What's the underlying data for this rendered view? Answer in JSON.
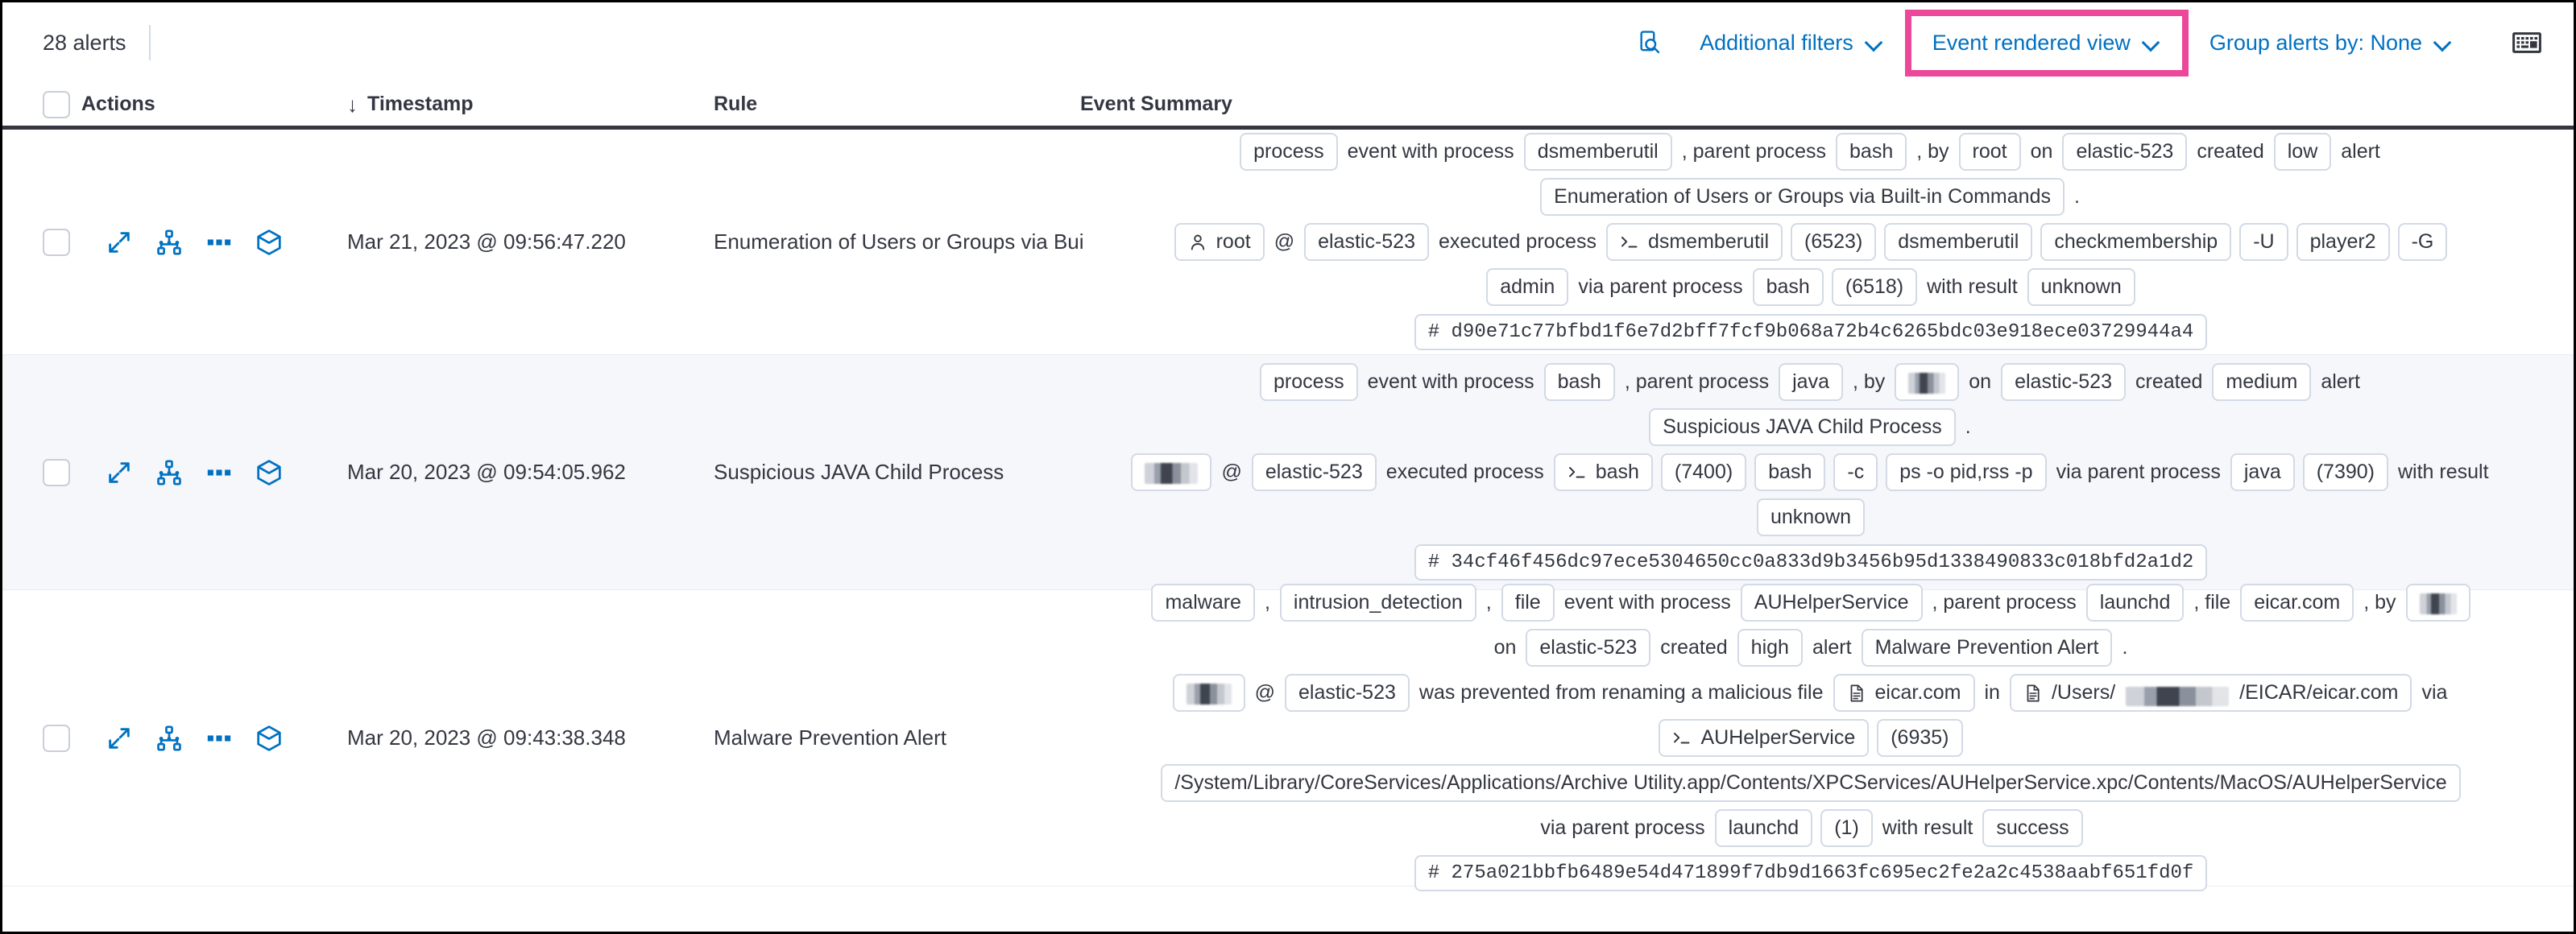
{
  "toolbar": {
    "alert_count": "28 alerts",
    "inspect_icon": "inspect-search-icon",
    "additional_filters": "Additional filters",
    "event_rendered_view": "Event rendered view",
    "group_alerts_by": "Group alerts by: None",
    "keyboard_icon": "keyboard-icon",
    "highlight_color": "#ec4899",
    "link_color": "#0071c2"
  },
  "table": {
    "columns": {
      "select_all": "select-all-checkbox",
      "actions": "Actions",
      "timestamp": "Timestamp",
      "sort_arrow": "↓",
      "rule": "Rule",
      "event_summary": "Event Summary"
    },
    "row_actions": [
      "expand-icon",
      "analyzer-icon",
      "more-actions-icon",
      "session-view-icon"
    ],
    "rows": [
      {
        "timestamp": "Mar 21, 2023 @ 09:56:47.220",
        "rule": "Enumeration of Users or Groups via Bui",
        "summary": [
          [
            {
              "t": "pill",
              "v": "process"
            },
            {
              "t": "text",
              "v": "event with process"
            },
            {
              "t": "pill",
              "v": "dsmemberutil"
            },
            {
              "t": "text",
              "v": ", parent process"
            },
            {
              "t": "pill",
              "v": "bash"
            },
            {
              "t": "text",
              "v": ", by"
            },
            {
              "t": "pill",
              "v": "root"
            },
            {
              "t": "text",
              "v": "on"
            },
            {
              "t": "pill",
              "v": "elastic-523"
            },
            {
              "t": "text",
              "v": "created"
            },
            {
              "t": "pill",
              "v": "low"
            },
            {
              "t": "text",
              "v": "alert"
            }
          ],
          [
            {
              "t": "pill",
              "v": "Enumeration of Users or Groups via Built-in Commands"
            },
            {
              "t": "text",
              "v": "."
            }
          ],
          [
            {
              "t": "pill-user",
              "v": "root"
            },
            {
              "t": "text",
              "v": "@"
            },
            {
              "t": "pill",
              "v": "elastic-523"
            },
            {
              "t": "text",
              "v": "executed process"
            },
            {
              "t": "pill-proc",
              "v": "dsmemberutil"
            },
            {
              "t": "pill",
              "v": "(6523)"
            },
            {
              "t": "pill",
              "v": "dsmemberutil"
            },
            {
              "t": "pill",
              "v": "checkmembership"
            },
            {
              "t": "pill",
              "v": "-U"
            },
            {
              "t": "pill",
              "v": "player2"
            },
            {
              "t": "pill",
              "v": "-G"
            }
          ],
          [
            {
              "t": "pill",
              "v": "admin"
            },
            {
              "t": "text",
              "v": "via parent process"
            },
            {
              "t": "pill",
              "v": "bash"
            },
            {
              "t": "pill",
              "v": "(6518)"
            },
            {
              "t": "text",
              "v": "with result"
            },
            {
              "t": "pill",
              "v": "unknown"
            }
          ],
          [
            {
              "t": "pill-hash",
              "v": "d90e71c77bfbd1f6e7d2bff7fcf9b068a72b4c6265bdc03e918ece03729944a4"
            }
          ]
        ]
      },
      {
        "timestamp": "Mar 20, 2023 @ 09:54:05.962",
        "rule": "Suspicious JAVA Child Process",
        "summary": [
          [
            {
              "t": "pill",
              "v": "process"
            },
            {
              "t": "text",
              "v": "event with process"
            },
            {
              "t": "pill",
              "v": "bash"
            },
            {
              "t": "text",
              "v": ", parent process"
            },
            {
              "t": "pill",
              "v": "java"
            },
            {
              "t": "text",
              "v": ", by"
            },
            {
              "t": "pill-redact",
              "v": "w3"
            },
            {
              "t": "text",
              "v": "on"
            },
            {
              "t": "pill",
              "v": "elastic-523"
            },
            {
              "t": "text",
              "v": "created"
            },
            {
              "t": "pill",
              "v": "medium"
            },
            {
              "t": "text",
              "v": "alert"
            }
          ],
          [
            {
              "t": "pill",
              "v": "Suspicious JAVA Child Process"
            },
            {
              "t": "text",
              "v": "."
            }
          ],
          [
            {
              "t": "pill-redact",
              "v": "w2"
            },
            {
              "t": "text",
              "v": "@"
            },
            {
              "t": "pill",
              "v": "elastic-523"
            },
            {
              "t": "text",
              "v": "executed process"
            },
            {
              "t": "pill-proc",
              "v": "bash"
            },
            {
              "t": "pill",
              "v": "(7400)"
            },
            {
              "t": "pill",
              "v": "bash"
            },
            {
              "t": "pill",
              "v": "-c"
            },
            {
              "t": "pill",
              "v": "ps -o pid,rss -p"
            },
            {
              "t": "text",
              "v": "via parent process"
            },
            {
              "t": "pill",
              "v": "java"
            },
            {
              "t": "pill",
              "v": "(7390)"
            },
            {
              "t": "text",
              "v": "with result"
            }
          ],
          [
            {
              "t": "pill",
              "v": "unknown"
            }
          ],
          [
            {
              "t": "pill-hash",
              "v": "34cf46f456dc97ece5304650cc0a833d9b3456b95d1338490833c018bfd2a1d2"
            }
          ]
        ]
      },
      {
        "timestamp": "Mar 20, 2023 @ 09:43:38.348",
        "rule": "Malware Prevention Alert",
        "summary": [
          [
            {
              "t": "pill",
              "v": "malware"
            },
            {
              "t": "text",
              "v": ","
            },
            {
              "t": "pill",
              "v": "intrusion_detection"
            },
            {
              "t": "text",
              "v": ","
            },
            {
              "t": "pill",
              "v": "file"
            },
            {
              "t": "text",
              "v": "event with process"
            },
            {
              "t": "pill",
              "v": "AUHelperService"
            },
            {
              "t": "text",
              "v": ", parent process"
            },
            {
              "t": "pill",
              "v": "launchd"
            },
            {
              "t": "text",
              "v": ", file"
            },
            {
              "t": "pill",
              "v": "eicar.com"
            },
            {
              "t": "text",
              "v": ", by"
            },
            {
              "t": "pill-redact",
              "v": "w3"
            }
          ],
          [
            {
              "t": "text",
              "v": "on"
            },
            {
              "t": "pill",
              "v": "elastic-523"
            },
            {
              "t": "text",
              "v": "created"
            },
            {
              "t": "pill",
              "v": "high"
            },
            {
              "t": "text",
              "v": "alert"
            },
            {
              "t": "pill",
              "v": "Malware Prevention Alert"
            },
            {
              "t": "text",
              "v": "."
            }
          ],
          [
            {
              "t": "pill-redact",
              "v": "w1"
            },
            {
              "t": "text",
              "v": "@"
            },
            {
              "t": "pill",
              "v": "elastic-523"
            },
            {
              "t": "text",
              "v": "was prevented from renaming a malicious file"
            },
            {
              "t": "pill-file",
              "v": "eicar.com"
            },
            {
              "t": "text",
              "v": "in"
            },
            {
              "t": "pill-file-redact",
              "v": "/Users/|/EICAR/eicar.com"
            },
            {
              "t": "text",
              "v": "via"
            }
          ],
          [
            {
              "t": "pill-proc",
              "v": "AUHelperService"
            },
            {
              "t": "pill",
              "v": "(6935)"
            }
          ],
          [
            {
              "t": "pill-path",
              "v": "/System/Library/CoreServices/Applications/Archive Utility.app/Contents/XPCServices/AUHelperService.xpc/Contents/MacOS/AUHelperService"
            }
          ],
          [
            {
              "t": "text",
              "v": "via parent process"
            },
            {
              "t": "pill",
              "v": "launchd"
            },
            {
              "t": "pill",
              "v": "(1)"
            },
            {
              "t": "text",
              "v": "with result"
            },
            {
              "t": "pill",
              "v": "success"
            }
          ],
          [
            {
              "t": "pill-hash",
              "v": "275a021bbfb6489e54d471899f7db9d1663fc695ec2fe2a2c4538aabf651fd0f"
            }
          ]
        ]
      }
    ]
  }
}
